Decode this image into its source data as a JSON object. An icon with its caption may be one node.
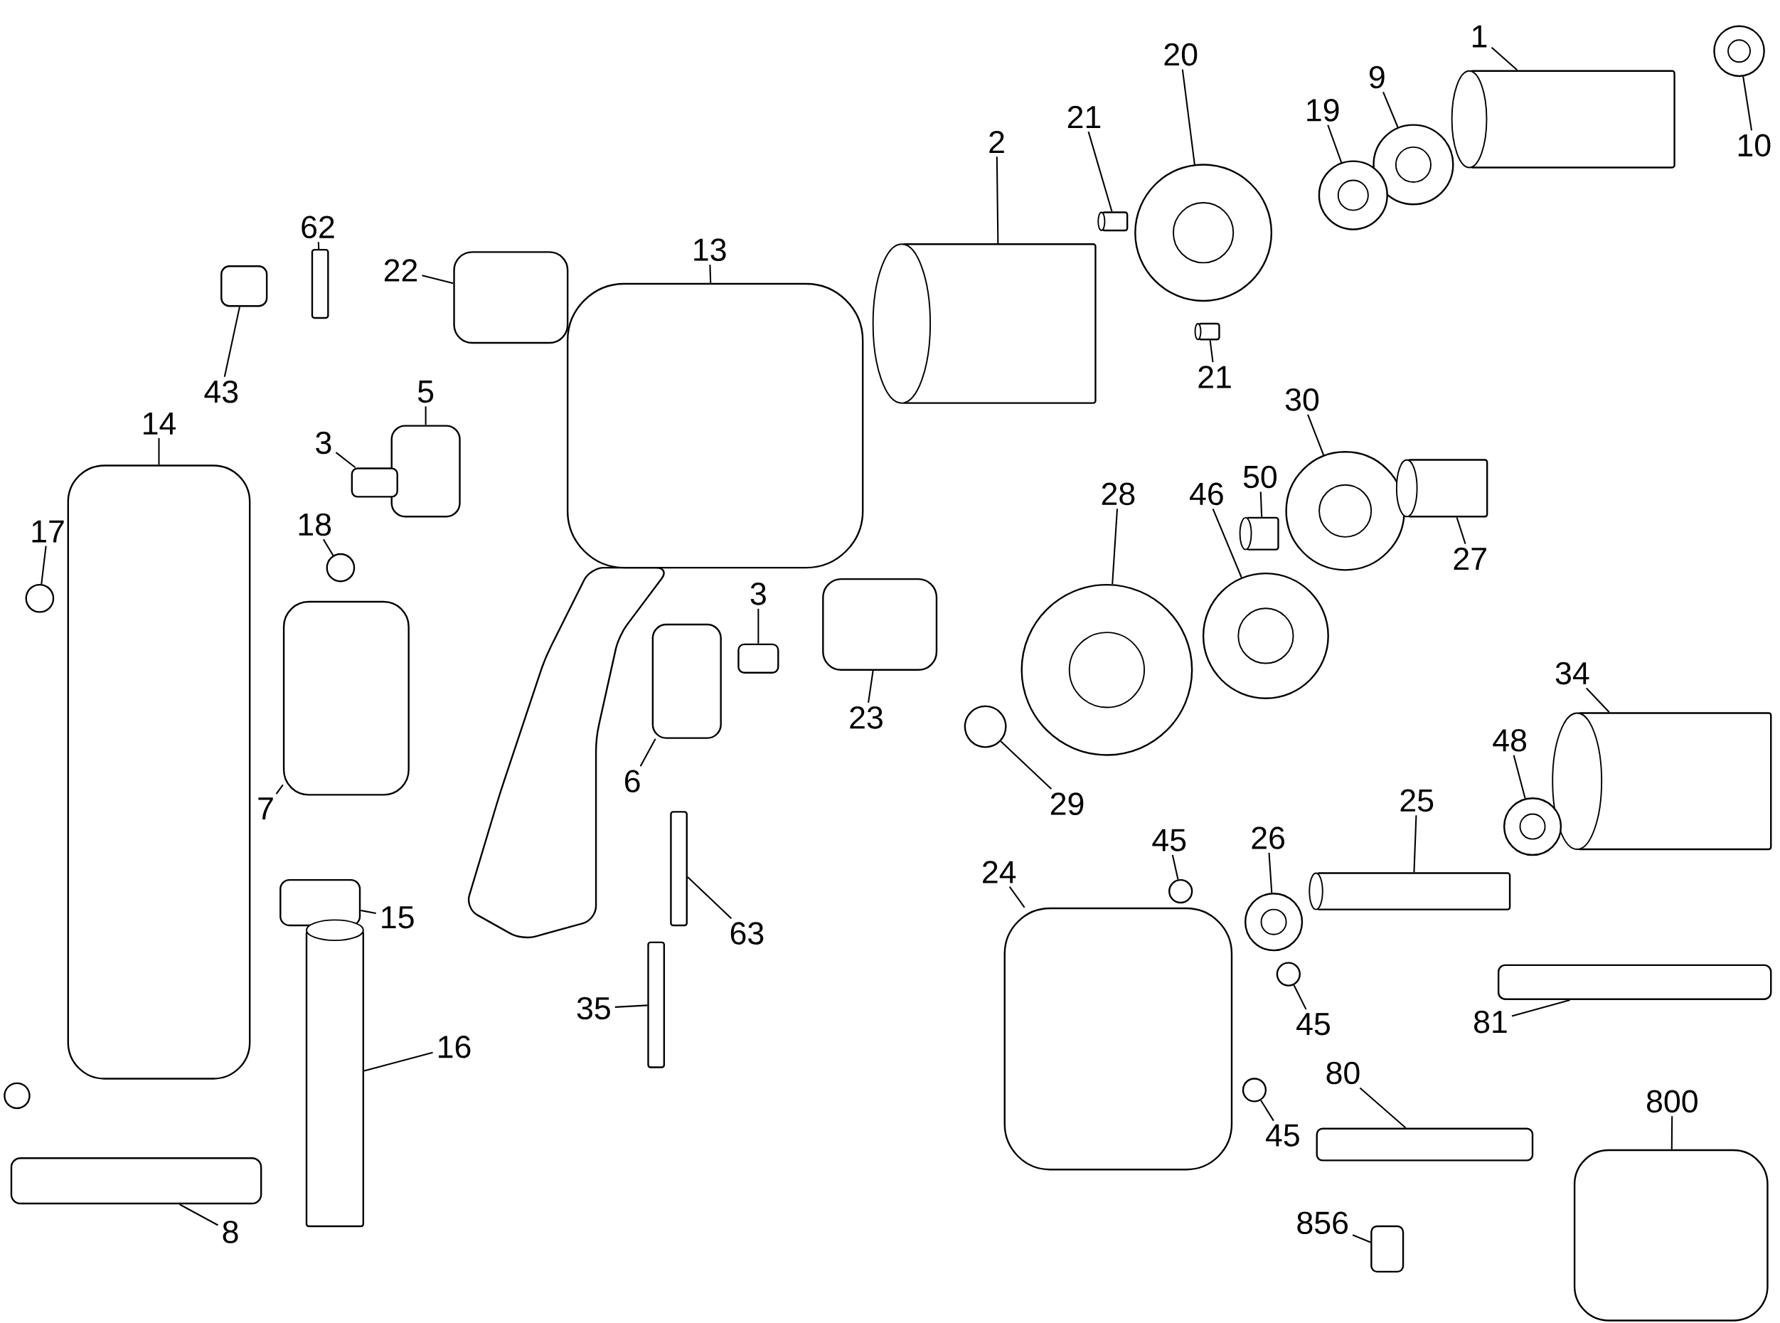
{
  "diagram": {
    "nodes": [
      {
        "text": [
          "1"
        ]
      },
      {
        "text": [],
        "shape": "cylinder"
      },
      {
        "text": [
          "10"
        ]
      },
      {
        "text": [],
        "shape": "circle"
      },
      {
        "text": [
          "9"
        ]
      },
      {
        "text": [],
        "shape": "circle"
      },
      {
        "text": [
          "19"
        ]
      },
      {
        "text": [],
        "shape": "circle"
      },
      {
        "text": [
          "20"
        ]
      },
      {
        "text": [],
        "shape": "circle"
      },
      {
        "text": [
          "21"
        ]
      },
      {
        "text": [],
        "shape": "cylinder"
      },
      {
        "text": [
          "2"
        ]
      },
      {
        "text": [],
        "shape": "cylinder"
      },
      {
        "text": [
          "62"
        ]
      },
      {
        "text": [],
        "shape": "box"
      },
      {
        "text": [
          "22"
        ]
      },
      {
        "text": [],
        "shape": "box"
      },
      {
        "text": [
          "43"
        ]
      },
      {
        "text": [],
        "shape": "box"
      },
      {
        "text": [
          "13"
        ]
      },
      {
        "text": [],
        "shape": "box"
      },
      {
        "text": [
          "21"
        ]
      },
      {
        "text": [],
        "shape": "cylinder"
      },
      {
        "text": [
          "14"
        ]
      },
      {
        "text": [],
        "shape": "box"
      },
      {
        "text": [
          "5"
        ]
      },
      {
        "text": [],
        "shape": "box"
      },
      {
        "text": [
          "3"
        ]
      },
      {
        "text": [],
        "shape": "box"
      },
      {
        "text": [
          "18"
        ]
      },
      {
        "text": [],
        "shape": "circle"
      },
      {
        "text": [
          "17"
        ]
      },
      {
        "text": [],
        "shape": "circle"
      },
      {
        "text": [
          "46"
        ]
      },
      {
        "text": [],
        "shape": "circle"
      },
      {
        "text": [
          "28"
        ]
      },
      {
        "text": [],
        "shape": "circle"
      },
      {
        "text": [
          "50"
        ]
      },
      {
        "text": [],
        "shape": "cylinder"
      },
      {
        "text": [
          "30"
        ]
      },
      {
        "text": [],
        "shape": "circle"
      },
      {
        "text": [
          "27"
        ]
      },
      {
        "text": [],
        "shape": "cylinder"
      },
      {
        "text": [
          "7"
        ]
      },
      {
        "text": [],
        "shape": "box"
      },
      {
        "text": [
          "6"
        ]
      },
      {
        "text": [],
        "shape": "box"
      },
      {
        "text": [
          "3"
        ]
      },
      {
        "text": [],
        "shape": "box"
      },
      {
        "text": [
          "23"
        ]
      },
      {
        "text": [],
        "shape": "box"
      },
      {
        "text": [
          "29"
        ]
      },
      {
        "text": [],
        "shape": "circle"
      },
      {
        "text": [
          "34"
        ]
      },
      {
        "text": [],
        "shape": "cylinder"
      },
      {
        "text": [
          "48"
        ]
      },
      {
        "text": [],
        "shape": "circle"
      },
      {
        "text": [
          "25"
        ]
      },
      {
        "text": [],
        "shape": "cylinder"
      },
      {
        "text": [
          "26"
        ]
      },
      {
        "text": [],
        "shape": "circle"
      },
      {
        "text": [
          "45"
        ]
      },
      {
        "text": [],
        "shape": "circle"
      },
      {
        "text": [
          "24"
        ]
      },
      {
        "text": [],
        "shape": "box"
      },
      {
        "text": [
          "45"
        ]
      },
      {
        "text": [],
        "shape": "circle"
      },
      {
        "text": [
          "45"
        ]
      },
      {
        "text": [],
        "shape": "circle"
      },
      {
        "text": [
          "63"
        ]
      },
      {
        "text": [],
        "shape": "box"
      },
      {
        "text": [
          "35"
        ]
      },
      {
        "text": [],
        "shape": "box"
      },
      {
        "text": [
          "15"
        ]
      },
      {
        "text": [],
        "shape": "box"
      },
      {
        "text": [
          "16"
        ]
      },
      {
        "text": [],
        "shape": "cylinder"
      },
      {
        "text": [
          "81"
        ]
      },
      {
        "text": [],
        "shape": "box"
      },
      {
        "text": [
          "80"
        ]
      },
      {
        "text": [],
        "shape": "box"
      },
      {
        "text": [
          "8"
        ]
      },
      {
        "text": [],
        "shape": "box"
      },
      {
        "text": [
          "856"
        ]
      },
      {
        "text": [],
        "shape": "box"
      },
      {
        "text": [
          "800"
        ]
      },
      {
        "text": [],
        "shape": "box"
      }
    ],
    "edges": [
      {
        "from": 0,
        "to": 1,
        "arrow": "none"
      },
      {
        "from": 2,
        "to": 3,
        "arrow": "none"
      },
      {
        "from": 4,
        "to": 5,
        "arrow": "none"
      },
      {
        "from": 6,
        "to": 7,
        "arrow": "none"
      },
      {
        "from": 8,
        "to": 9,
        "arrow": "none"
      },
      {
        "from": 10,
        "to": 11,
        "arrow": "none"
      },
      {
        "from": 12,
        "to": 13,
        "arrow": "none"
      },
      {
        "from": 14,
        "to": 15,
        "arrow": "none"
      },
      {
        "from": 16,
        "to": 17,
        "arrow": "none"
      },
      {
        "from": 18,
        "to": 19,
        "arrow": "none"
      },
      {
        "from": 20,
        "to": 21,
        "arrow": "none"
      },
      {
        "from": 22,
        "to": 23,
        "arrow": "none"
      },
      {
        "from": 24,
        "to": 25,
        "arrow": "none"
      },
      {
        "from": 26,
        "to": 27,
        "arrow": "none"
      },
      {
        "from": 28,
        "to": 29,
        "arrow": "none"
      },
      {
        "from": 30,
        "to": 31,
        "arrow": "none"
      },
      {
        "from": 32,
        "to": 33,
        "arrow": "none"
      },
      {
        "from": 34,
        "to": 35,
        "arrow": "none"
      },
      {
        "from": 36,
        "to": 37,
        "arrow": "none"
      },
      {
        "from": 38,
        "to": 39,
        "arrow": "none"
      },
      {
        "from": 40,
        "to": 41,
        "arrow": "none"
      },
      {
        "from": 42,
        "to": 43,
        "arrow": "none"
      },
      {
        "from": 44,
        "to": 45,
        "arrow": "none"
      },
      {
        "from": 46,
        "to": 47,
        "arrow": "none"
      },
      {
        "from": 48,
        "to": 49,
        "arrow": "none"
      },
      {
        "from": 50,
        "to": 51,
        "arrow": "none"
      },
      {
        "from": 52,
        "to": 53,
        "arrow": "none"
      },
      {
        "from": 54,
        "to": 55,
        "arrow": "none"
      },
      {
        "from": 56,
        "to": 57,
        "arrow": "none"
      },
      {
        "from": 58,
        "to": 59,
        "arrow": "none"
      },
      {
        "from": 60,
        "to": 61,
        "arrow": "none"
      },
      {
        "from": 62,
        "to": 63,
        "arrow": "none"
      },
      {
        "from": 64,
        "to": 65,
        "arrow": "none"
      },
      {
        "from": 66,
        "to": 67,
        "arrow": "none"
      },
      {
        "from": 68,
        "to": 69,
        "arrow": "none"
      },
      {
        "from": 70,
        "to": 71,
        "arrow": "none"
      },
      {
        "from": 72,
        "to": 73,
        "arrow": "none"
      },
      {
        "from": 74,
        "to": 75,
        "arrow": "none"
      },
      {
        "from": 76,
        "to": 77,
        "arrow": "none"
      },
      {
        "from": 78,
        "to": 79,
        "arrow": "none"
      },
      {
        "from": 80,
        "to": 81,
        "arrow": "none"
      },
      {
        "from": 82,
        "to": 83,
        "arrow": "none"
      },
      {
        "from": 84,
        "to": 85,
        "arrow": "none"
      },
      {
        "from": 86,
        "to": 87,
        "arrow": "none"
      }
    ]
  }
}
